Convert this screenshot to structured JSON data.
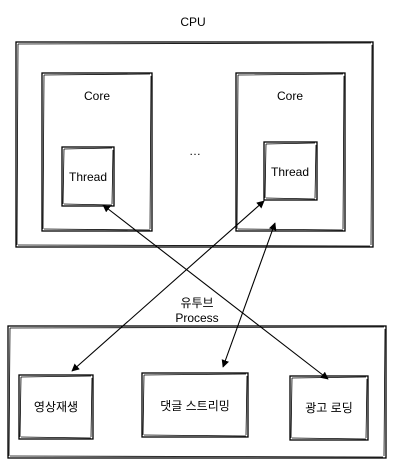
{
  "cpu": {
    "title": "CPU",
    "cores": [
      {
        "label": "Core",
        "thread_label": "Thread"
      },
      {
        "label": "Core",
        "thread_label": "Thread"
      }
    ],
    "ellipsis": "…"
  },
  "process": {
    "title_line1": "유투브",
    "title_line2": "Process",
    "tasks": [
      "영상재생",
      "댓글 스트리밍",
      "광고 로딩"
    ]
  },
  "colors": {
    "stroke": "#000000",
    "background": "#ffffff"
  }
}
